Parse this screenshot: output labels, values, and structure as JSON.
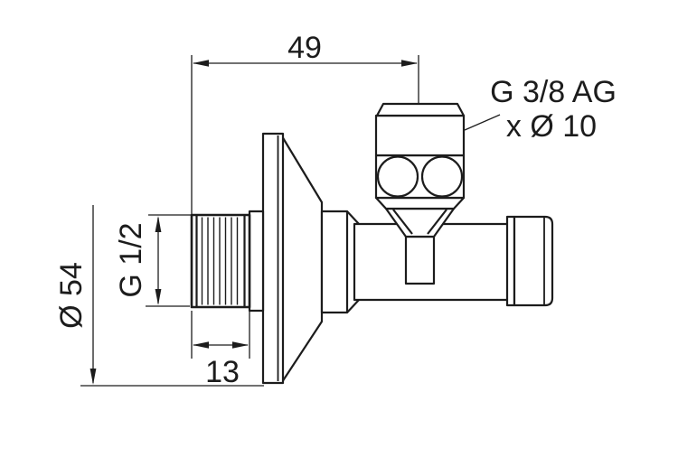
{
  "colors": {
    "line": "#1c1c1c",
    "background": "#ffffff"
  },
  "annotations": {
    "dim_width": "49",
    "outlet_spec_line1": "G 3/8 AG",
    "outlet_spec_line2": "x Ø 10",
    "inlet_thread": "G 1/2",
    "rosette_diameter": "Ø 54",
    "thread_length": "13"
  }
}
